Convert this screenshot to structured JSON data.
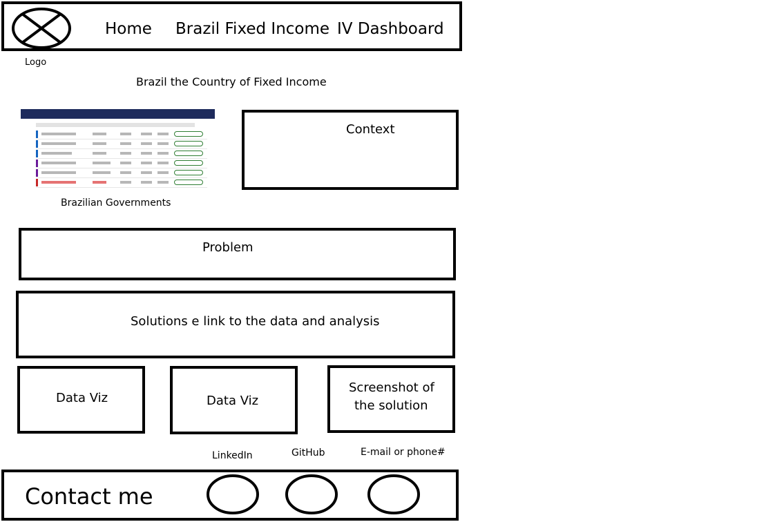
{
  "nav": {
    "logo_label": "Logo",
    "links": [
      "Home",
      "Brazil Fixed Income",
      "IV Dashboard"
    ]
  },
  "intro": {
    "title": "Brazil the Country of Fixed Income",
    "image_caption": "Brazilian Governments"
  },
  "sections": {
    "context": "Context",
    "problem": "Problem",
    "solutions": "Solutions e link to the data and analysis"
  },
  "tiles": {
    "data_viz_1": "Data Viz",
    "data_viz_2": "Data Viz",
    "screenshot_line1": "Screenshot of",
    "screenshot_line2": "the solution"
  },
  "contact": {
    "title": "Contact me",
    "linkedin": "LinkedIn",
    "github": "GitHub",
    "email": "E-mail or phone#"
  }
}
